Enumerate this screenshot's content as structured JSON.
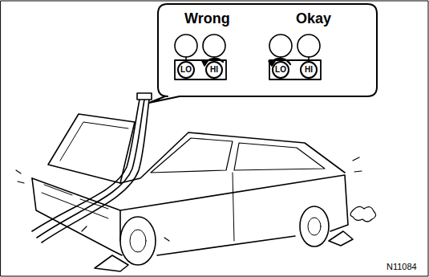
{
  "diagram": {
    "nodes": [
      {
        "text": [
          "Wrong",
          "Okay"
        ]
      },
      {
        "text": [
          "LO"
        ],
        "in": 0
      },
      {
        "text": [
          "HI"
        ],
        "in": 0
      },
      {
        "text": [
          "LO"
        ],
        "in": 0
      },
      {
        "text": [
          "HI"
        ],
        "in": 0
      }
    ],
    "labels": [
      "N11084"
    ]
  }
}
